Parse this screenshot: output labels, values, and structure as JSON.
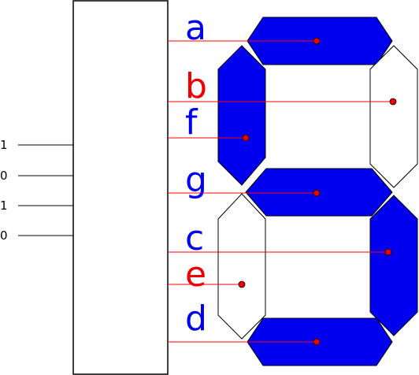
{
  "inputs": [
    {
      "value": "1"
    },
    {
      "value": "0"
    },
    {
      "value": "1"
    },
    {
      "value": "0"
    }
  ],
  "segments": [
    {
      "id": "a",
      "label": "a",
      "on": true
    },
    {
      "id": "b",
      "label": "b",
      "on": false
    },
    {
      "id": "f",
      "label": "f",
      "on": true
    },
    {
      "id": "g",
      "label": "g",
      "on": true
    },
    {
      "id": "c",
      "label": "c",
      "on": true
    },
    {
      "id": "e",
      "label": "e",
      "on": false
    },
    {
      "id": "d",
      "label": "d",
      "on": true
    }
  ],
  "colors": {
    "on_fill": "#0000ee",
    "off_fill": "#ffffff",
    "on_label": "#0000ee",
    "off_label": "#ee0000",
    "wire": "#ff0000",
    "dot": "#ee0000"
  }
}
